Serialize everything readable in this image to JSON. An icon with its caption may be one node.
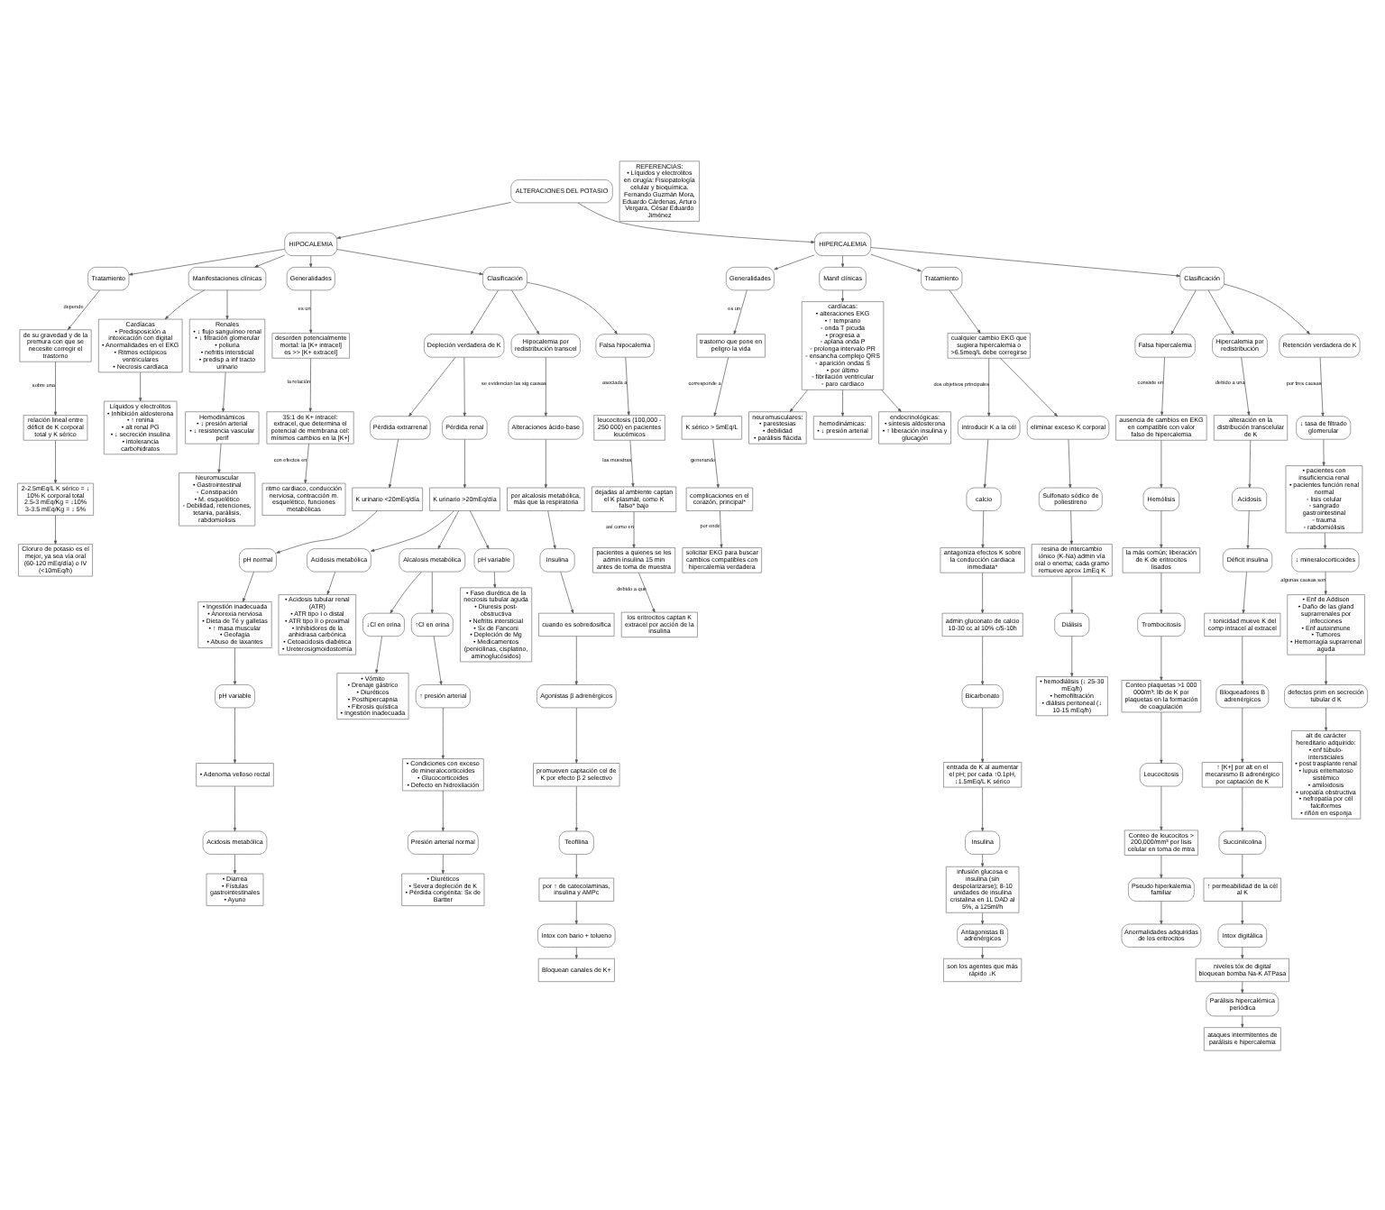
{
  "diagram": {
    "nodes": [
      {
        "text": [
          "ALTERACIONES DEL POTASIO"
        ]
      },
      {
        "text": [
          "HIPOCALEMIA"
        ]
      },
      {
        "text": [
          "HIPERCALEMIA"
        ]
      },
      {
        "text": [
          "Tratamiento"
        ]
      },
      {
        "text": [
          "de su gravedad y de la premura con que se necesite corregir el trastorno"
        ]
      },
      {
        "text": [
          "relación lineal entre déficit de K corporal total y K sérico"
        ]
      },
      {
        "text": [
          "2-2.5mEq/L K sérico = ↓ 10% K corporal total",
          "2.5-3 mEq/Kg = ↓10%",
          "3-3.5 mEq/Kg = ↓ 5%"
        ]
      },
      {
        "text": [
          "Cloruro de potasio es el mejor, ya sea vía oral (60-120 mEq/día) o IV (<10mEq/h)"
        ]
      },
      {
        "text": [
          "Manifestaciones clínicas"
        ]
      },
      {
        "text": [
          "Cardíacas",
          "• Predisposición a intoxicación con digital",
          "• Anormalidades en el EKG",
          "• Ritmos ectópicos ventriculares",
          "• Necrosis cardíaca"
        ]
      },
      {
        "text": [
          "Líquidos y electrolitos",
          "• Inhibición aldosterona",
          "• ↑ renina",
          "• alt renal PG",
          "• ↓ secreción insulina",
          "• intolerancia carbohidratos"
        ]
      },
      {
        "text": [
          "Renales",
          "• ↓ flujo sanguíneo renal",
          "• ↓ filtración glomerular",
          "• poliuria",
          "• nefritis intersticial",
          "• predisp a inf tracto urinario"
        ]
      },
      {
        "text": [
          "Hemodinámicos",
          "• ↓ presión arterial",
          "• ↓ resistencia vascular perif"
        ]
      },
      {
        "text": [
          "Neuromuscular",
          "• Gastrointestinal",
          "◦ Constipación",
          "• M. esquelético",
          "◦ Debilidad, retenciones, tetania, parálisis, rabdomiolisis"
        ]
      },
      {
        "text": [
          "Generalidades"
        ]
      },
      {
        "text": [
          "desorden potencialmente mortal: la [K+ intracel] es >> [K+ extracel]"
        ]
      },
      {
        "text": [
          "35:1 de K+ intracel: extracel, que determina el potencial de membrana cel: mínimos cambios en la [K+]"
        ]
      },
      {
        "text": [
          "ritmo cardiaco, conducción nerviosa, contracción m. esquelético, funciones metabólicas"
        ]
      },
      {
        "text": [
          "Clasificación"
        ]
      },
      {
        "text": [
          "Depleción verdadera de K"
        ]
      },
      {
        "text": [
          "Pérdida extrarrenal"
        ]
      },
      {
        "text": [
          "K urinario <20mEq/día"
        ]
      },
      {
        "text": [
          "pH normal"
        ]
      },
      {
        "text": [
          "• Ingestión inadecuada",
          "• Anorexia nerviosa",
          "• Dieta de Té y galletas",
          "• ↑ masa muscular",
          "• Geofagia",
          "• Abuso de laxantes"
        ]
      },
      {
        "text": [
          "pH variable"
        ]
      },
      {
        "text": [
          "• Adenoma velloso rectal"
        ]
      },
      {
        "text": [
          "Acidosis metabólica"
        ]
      },
      {
        "text": [
          "• Diarrea",
          "• Fístulas gastrointestinales",
          "• Ayuno"
        ]
      },
      {
        "text": [
          "Pérdida renal"
        ]
      },
      {
        "text": [
          "K urinario >20mEq/día"
        ]
      },
      {
        "text": [
          "Acidosis metabólica"
        ]
      },
      {
        "text": [
          "• Acidosis tubular renal (ATR)",
          "• ATR tipo I o distal",
          "• ATR tipo II o proximal",
          "• Inhibidores de la anhidrasa carbónica",
          "• Cetoacidosis diabética",
          "• Ureterosigmoidostomía"
        ]
      },
      {
        "text": [
          "Alcalosis metabólica"
        ]
      },
      {
        "text": [
          "↓Cl en orina"
        ]
      },
      {
        "text": [
          "• Vómito",
          "• Drenaje gástrico",
          "• Diuréticos",
          "• Posthipercapnia",
          "• Fibrosis quística",
          "• Ingestión inadecuada"
        ]
      },
      {
        "text": [
          "↑Cl en orina"
        ]
      },
      {
        "text": [
          "↑ presión arterial"
        ]
      },
      {
        "text": [
          "• Condiciones con exceso de mineralocorticoides",
          "• Glucocorticoides",
          "• Defecto en hidroxilación"
        ]
      },
      {
        "text": [
          "Presión arterial normal"
        ]
      },
      {
        "text": [
          "• Diuréticos",
          "• Severa depleción de K",
          "• Pérdida congénita: Sx de Bartter"
        ]
      },
      {
        "text": [
          "pH variable"
        ]
      },
      {
        "text": [
          "• Fase diurética de la necrosis tubular aguda",
          "• Diuresis post-obstructiva",
          "• Nefritis intersticial",
          "• Sx de Fanconi",
          "• Depleción de Mg",
          "• Medicamentos (penicilinas, cisplatino, aminoglucósidos)"
        ]
      },
      {
        "text": [
          "Hipocalemia por redistribución transcel"
        ]
      },
      {
        "text": [
          "Alteraciones ácido-base"
        ]
      },
      {
        "text": [
          "por alcalosis metabólica, más que la respiratoria"
        ]
      },
      {
        "text": [
          "Insulina"
        ]
      },
      {
        "text": [
          "cuando es sobredosifica"
        ]
      },
      {
        "text": [
          "Agonistas β adrenérgicos"
        ]
      },
      {
        "text": [
          "promueven captación cel de K por efecto β 2 selectivo"
        ]
      },
      {
        "text": [
          "Teofilina"
        ]
      },
      {
        "text": [
          "por ↑ de catecolaminas, insulina y AMPc"
        ]
      },
      {
        "text": [
          "Intox con bario + tolueno"
        ]
      },
      {
        "text": [
          "Bloquean canales de K+"
        ]
      },
      {
        "text": [
          "Falsa hipocalemia"
        ]
      },
      {
        "text": [
          "leucocitosis (100,000 - 250 000) en pacientes leucémicos"
        ]
      },
      {
        "text": [
          "dejadas al ambiente captan el K plasmát, como K falso* bajo"
        ]
      },
      {
        "text": [
          "pacientes a quienes se les admin insulina 15 min antes de toma de muestra"
        ]
      },
      {
        "text": [
          "los eritrocitos captan K extracel por acción de la insulina"
        ]
      },
      {
        "text": [
          "Generalidades"
        ]
      },
      {
        "text": [
          "trastorno que pone en peligro la vida"
        ]
      },
      {
        "text": [
          "K sérico > 5mEq/L"
        ]
      },
      {
        "text": [
          "complicaciones en el corazón, principal*"
        ]
      },
      {
        "text": [
          "solicitar EKG para buscar cambios compatibles con hipercalemia verdadera"
        ]
      },
      {
        "text": [
          "Manif clínicas"
        ]
      },
      {
        "text": [
          "cardíacas:",
          "• alteraciones EKG",
          "• ↑ temprano",
          "◦ onda T picuda",
          "• progresa a",
          "◦ aplana onda P",
          "◦ prolonga intervalo PR",
          "◦ ensancha complejo QRS",
          "◦ aparición ondas S",
          "• por último",
          "◦ fibrilación ventricular",
          "◦ paro cardiaco"
        ]
      },
      {
        "text": [
          "neuromusculares:",
          "• parestesias",
          "• debilidad",
          "• parálisis flácida"
        ]
      },
      {
        "text": [
          "hemodinámicas:",
          "• ↓ presión arterial"
        ]
      },
      {
        "text": [
          "endocrinológicas:",
          "• síntesis aldosterona",
          "• ↑ liberación insulina y glucagón"
        ]
      },
      {
        "text": [
          "Tratamiento"
        ]
      },
      {
        "text": [
          "cualquier cambio EKG que sugiera hipercalemia o >6.5meq/L debe corregirse"
        ]
      },
      {
        "text": [
          "introducir K a la cél"
        ]
      },
      {
        "text": [
          "calcio"
        ]
      },
      {
        "text": [
          "antagoniza efectos K sobre la conducción cardiaca inmediata*"
        ]
      },
      {
        "text": [
          "admin gluconato de calcio 10-30 cc al 10% c/5-10h"
        ]
      },
      {
        "text": [
          "Bicarbonato"
        ]
      },
      {
        "text": [
          "entrada de K al aumentar el pH; por cada ↑0.1pH, ↓1.5mEq/L K sérico"
        ]
      },
      {
        "text": [
          "Insulina"
        ]
      },
      {
        "text": [
          "infusión glucosa e insulina (sin despolarizarse); 8-10 unidades de insulina cristalina en 1L DAD al 5%, a 125ml/h"
        ]
      },
      {
        "text": [
          "Antagonistas B adrenérgicos"
        ]
      },
      {
        "text": [
          "son los agentes que más rápido ↓K"
        ]
      },
      {
        "text": [
          "eliminar exceso K corporal"
        ]
      },
      {
        "text": [
          "Sulfonato sódico de poliestireno"
        ]
      },
      {
        "text": [
          "resina de intercambio iónico (K-Na) admin vía oral o enema; cada gramo remueve aprox 1mEq K"
        ]
      },
      {
        "text": [
          "Diálisis"
        ]
      },
      {
        "text": [
          "• hemodiálisis (↓ 25-30 mEq/h)",
          "• hemofiltración",
          "• diálisis peritoneal (↓ 10-15 mEq/h)"
        ]
      },
      {
        "text": [
          "Clasificación"
        ]
      },
      {
        "text": [
          "Falsa hipercalemia"
        ]
      },
      {
        "text": [
          "ausencia de cambios en EKG en compatible con valor falso de hipercalemia"
        ]
      },
      {
        "text": [
          "Hemólisis"
        ]
      },
      {
        "text": [
          "la más común; liberación de K de eritrocitos lisados"
        ]
      },
      {
        "text": [
          "Trombocitosis"
        ]
      },
      {
        "text": [
          "Conteo plaquetas >1 000 000/m³: lib de K por plaquetas en la formación de coagulación"
        ]
      },
      {
        "text": [
          "Leucocitosis"
        ]
      },
      {
        "text": [
          "Conteo de leucocitos > 200,000/mm³ por lisis celular en toma de mtra"
        ]
      },
      {
        "text": [
          "Pseudo hiperkalemia familiar"
        ]
      },
      {
        "text": [
          "Anormalidades adquiridas de los eritrocitos"
        ]
      },
      {
        "text": [
          "Hipercalemia por redistribución"
        ]
      },
      {
        "text": [
          "alteración en la distribución transcelular de K"
        ]
      },
      {
        "text": [
          "Acidosis"
        ]
      },
      {
        "text": [
          "Déficit insulina"
        ]
      },
      {
        "text": [
          "↑ tonicidad mueve K del comp intracel al extracel"
        ]
      },
      {
        "text": [
          "Bloqueadores B adrenérgicos"
        ]
      },
      {
        "text": [
          "↑ [K+] por alt en el mecanismo B adrenérgico por captación de K"
        ]
      },
      {
        "text": [
          "Succinilcolina"
        ]
      },
      {
        "text": [
          "↑ permeabilidad de la cél al K"
        ]
      },
      {
        "text": [
          "Intox digitálica"
        ]
      },
      {
        "text": [
          "niveles tóx de digital bloquean bomba Na-K ATPasa"
        ]
      },
      {
        "text": [
          "Parálisis hipercalémica periódica"
        ]
      },
      {
        "text": [
          "ataques intermitentes de parálisis e hipercalemia"
        ]
      },
      {
        "text": [
          "Retención verdadera de K"
        ]
      },
      {
        "text": [
          "↓ tasa de filtrado glomerular"
        ]
      },
      {
        "text": [
          "• pacientes con insuficiencia renal",
          "• pacientes función renal normal",
          "◦ lisis celular",
          "◦ sangrado gastrointestinal",
          "◦ trauma",
          "◦ rabdomiólisis"
        ]
      },
      {
        "text": [
          "↓ mineralocorticoides"
        ]
      },
      {
        "text": [
          "• Enf de Addison",
          "• Daño de las gland suprarrenales por infecciones",
          "• Enf autoinmune",
          "• Tumores",
          "• Hemorragia suprarrenal aguda"
        ]
      },
      {
        "text": [
          "defectos prim en secreción tubular d K"
        ]
      },
      {
        "text": [
          "alt de carácter hereditario adquirido:",
          "• enf túbulo-intersticiales",
          "• post trasplante renal",
          "• lupus eritematoso sistémico",
          "• amiloidosis",
          "• uropatía obstructiva",
          "• nefropatía por cél falciformes",
          "• riñón en esponja"
        ]
      },
      {
        "text": [
          "REFERENCIAS:",
          "• Líquidos y electrolitos en cirugía: Fisiopatología celular y bioquímica. Fernando Guzmán Mora, Eduardo Cárdenas, Arturo Vergara, César Eduardo Jiménez"
        ]
      }
    ],
    "edges": [
      {
        "from": 0,
        "to": 1,
        "arrow": "to"
      },
      {
        "from": 0,
        "to": 2,
        "arrow": "to"
      },
      {
        "from": 1,
        "to": 3,
        "arrow": "to"
      },
      {
        "from": 1,
        "to": 8,
        "arrow": "to"
      },
      {
        "from": 1,
        "to": 18,
        "arrow": "to"
      },
      {
        "from": 1,
        "to": 14,
        "arrow": "to"
      },
      {
        "from": 3,
        "to": 4,
        "arrow": "to",
        "label": "depende"
      },
      {
        "from": 4,
        "to": 5,
        "arrow": "to",
        "label": "sobre una"
      },
      {
        "from": 5,
        "to": 6,
        "arrow": "to"
      },
      {
        "from": 6,
        "to": 7,
        "arrow": "to"
      },
      {
        "from": 8,
        "to": 9,
        "arrow": "to"
      },
      {
        "from": 8,
        "to": 11,
        "arrow": "to"
      },
      {
        "from": 9,
        "to": 10,
        "arrow": "to"
      },
      {
        "from": 11,
        "to": 12,
        "arrow": "to"
      },
      {
        "from": 12,
        "to": 13,
        "arrow": "to"
      },
      {
        "from": 14,
        "to": 15,
        "arrow": "to",
        "label": "es un"
      },
      {
        "from": 15,
        "to": 16,
        "arrow": "to",
        "label": "la relación"
      },
      {
        "from": 16,
        "to": 17,
        "arrow": "to",
        "label": "con efectos en"
      },
      {
        "from": 18,
        "to": 19,
        "arrow": "to"
      },
      {
        "from": 18,
        "to": 42,
        "arrow": "to"
      },
      {
        "from": 18,
        "to": 53,
        "arrow": "to"
      },
      {
        "from": 19,
        "to": 20,
        "arrow": "to"
      },
      {
        "from": 19,
        "to": 28,
        "arrow": "to"
      },
      {
        "from": 20,
        "to": 21,
        "arrow": "to"
      },
      {
        "from": 21,
        "to": 22,
        "arrow": "to"
      },
      {
        "from": 22,
        "to": 23,
        "arrow": "to"
      },
      {
        "from": 23,
        "to": 24,
        "arrow": "to"
      },
      {
        "from": 24,
        "to": 25,
        "arrow": "to"
      },
      {
        "from": 25,
        "to": 26,
        "arrow": "to"
      },
      {
        "from": 26,
        "to": 27,
        "arrow": "to"
      },
      {
        "from": 28,
        "to": 29,
        "arrow": "to"
      },
      {
        "from": 29,
        "to": 30,
        "arrow": "to"
      },
      {
        "from": 29,
        "to": 32,
        "arrow": "to"
      },
      {
        "from": 29,
        "to": 40,
        "arrow": "to"
      },
      {
        "from": 30,
        "to": 31,
        "arrow": "to"
      },
      {
        "from": 32,
        "to": 33,
        "arrow": "to"
      },
      {
        "from": 32,
        "to": 35,
        "arrow": "to"
      },
      {
        "from": 33,
        "to": 34,
        "arrow": "to"
      },
      {
        "from": 35,
        "to": 36,
        "arrow": "to"
      },
      {
        "from": 36,
        "to": 37,
        "arrow": "to"
      },
      {
        "from": 37,
        "to": 38,
        "arrow": "to"
      },
      {
        "from": 38,
        "to": 39,
        "arrow": "to"
      },
      {
        "from": 40,
        "to": 41,
        "arrow": "to"
      },
      {
        "from": 42,
        "to": 43,
        "arrow": "to",
        "label": "se evidencian las sig causas"
      },
      {
        "from": 43,
        "to": 44,
        "arrow": "to"
      },
      {
        "from": 44,
        "to": 45,
        "arrow": "to"
      },
      {
        "from": 45,
        "to": 46,
        "arrow": "to"
      },
      {
        "from": 46,
        "to": 47,
        "arrow": "to"
      },
      {
        "from": 47,
        "to": 48,
        "arrow": "to"
      },
      {
        "from": 48,
        "to": 49,
        "arrow": "to"
      },
      {
        "from": 49,
        "to": 50,
        "arrow": "to"
      },
      {
        "from": 50,
        "to": 51,
        "arrow": "to"
      },
      {
        "from": 51,
        "to": 52,
        "arrow": "to"
      },
      {
        "from": 53,
        "to": 54,
        "arrow": "to",
        "label": "asociada a"
      },
      {
        "from": 54,
        "to": 55,
        "arrow": "to",
        "label": "las muestras"
      },
      {
        "from": 55,
        "to": 56,
        "arrow": "to",
        "label": "así como en"
      },
      {
        "from": 56,
        "to": 57,
        "arrow": "to",
        "label": "debido a que"
      },
      {
        "from": 2,
        "to": 58,
        "arrow": "to"
      },
      {
        "from": 2,
        "to": 63,
        "arrow": "to"
      },
      {
        "from": 2,
        "to": 85,
        "arrow": "to"
      },
      {
        "from": 2,
        "to": 68,
        "arrow": "to"
      },
      {
        "from": 58,
        "to": 59,
        "arrow": "to",
        "label": "es un"
      },
      {
        "from": 59,
        "to": 60,
        "arrow": "to",
        "label": "corresponde a"
      },
      {
        "from": 60,
        "to": 61,
        "arrow": "to",
        "label": "generando"
      },
      {
        "from": 61,
        "to": 62,
        "arrow": "to",
        "label": "por ende"
      },
      {
        "from": 63,
        "to": 64,
        "arrow": "to"
      },
      {
        "from": 64,
        "to": 65,
        "arrow": "to"
      },
      {
        "from": 64,
        "to": 66,
        "arrow": "to"
      },
      {
        "from": 64,
        "to": 67,
        "arrow": "to"
      },
      {
        "from": 68,
        "to": 69,
        "arrow": "to"
      },
      {
        "from": 69,
        "to": 70,
        "arrow": "to",
        "label": "dos objetivos principales"
      },
      {
        "from": 69,
        "to": 80,
        "arrow": "to"
      },
      {
        "from": 70,
        "to": 71,
        "arrow": "to"
      },
      {
        "from": 71,
        "to": 72,
        "arrow": "to"
      },
      {
        "from": 72,
        "to": 73,
        "arrow": "to"
      },
      {
        "from": 73,
        "to": 74,
        "arrow": "to"
      },
      {
        "from": 74,
        "to": 75,
        "arrow": "to"
      },
      {
        "from": 75,
        "to": 76,
        "arrow": "to"
      },
      {
        "from": 76,
        "to": 77,
        "arrow": "to"
      },
      {
        "from": 77,
        "to": 78,
        "arrow": "to"
      },
      {
        "from": 78,
        "to": 79,
        "arrow": "to"
      },
      {
        "from": 80,
        "to": 81,
        "arrow": "to"
      },
      {
        "from": 81,
        "to": 82,
        "arrow": "to"
      },
      {
        "from": 82,
        "to": 83,
        "arrow": "to"
      },
      {
        "from": 83,
        "to": 84,
        "arrow": "to"
      },
      {
        "from": 85,
        "to": 86,
        "arrow": "to"
      },
      {
        "from": 85,
        "to": 96,
        "arrow": "to"
      },
      {
        "from": 85,
        "to": 109,
        "arrow": "to"
      },
      {
        "from": 86,
        "to": 87,
        "arrow": "to",
        "label": "consiste en"
      },
      {
        "from": 87,
        "to": 88,
        "arrow": "to"
      },
      {
        "from": 88,
        "to": 89,
        "arrow": "to"
      },
      {
        "from": 89,
        "to": 90,
        "arrow": "to"
      },
      {
        "from": 90,
        "to": 91,
        "arrow": "to"
      },
      {
        "from": 91,
        "to": 92,
        "arrow": "to"
      },
      {
        "from": 92,
        "to": 93,
        "arrow": "to"
      },
      {
        "from": 93,
        "to": 94,
        "arrow": "to"
      },
      {
        "from": 94,
        "to": 95,
        "arrow": "to"
      },
      {
        "from": 96,
        "to": 97,
        "arrow": "to",
        "label": "debido a una"
      },
      {
        "from": 97,
        "to": 98,
        "arrow": "to"
      },
      {
        "from": 98,
        "to": 99,
        "arrow": "to"
      },
      {
        "from": 99,
        "to": 100,
        "arrow": "to"
      },
      {
        "from": 100,
        "to": 101,
        "arrow": "to"
      },
      {
        "from": 101,
        "to": 102,
        "arrow": "to"
      },
      {
        "from": 102,
        "to": 103,
        "arrow": "to"
      },
      {
        "from": 103,
        "to": 104,
        "arrow": "to"
      },
      {
        "from": 104,
        "to": 105,
        "arrow": "to"
      },
      {
        "from": 105,
        "to": 106,
        "arrow": "to"
      },
      {
        "from": 106,
        "to": 107,
        "arrow": "to"
      },
      {
        "from": 107,
        "to": 108,
        "arrow": "to"
      },
      {
        "from": 109,
        "to": 110,
        "arrow": "to",
        "label": "por tres causas"
      },
      {
        "from": 110,
        "to": 111,
        "arrow": "to"
      },
      {
        "from": 111,
        "to": 112,
        "arrow": "to"
      },
      {
        "from": 112,
        "to": 113,
        "arrow": "to",
        "label": "algunas causas son"
      },
      {
        "from": 113,
        "to": 114,
        "arrow": "to"
      },
      {
        "from": 114,
        "to": 115,
        "arrow": "to"
      }
    ]
  }
}
